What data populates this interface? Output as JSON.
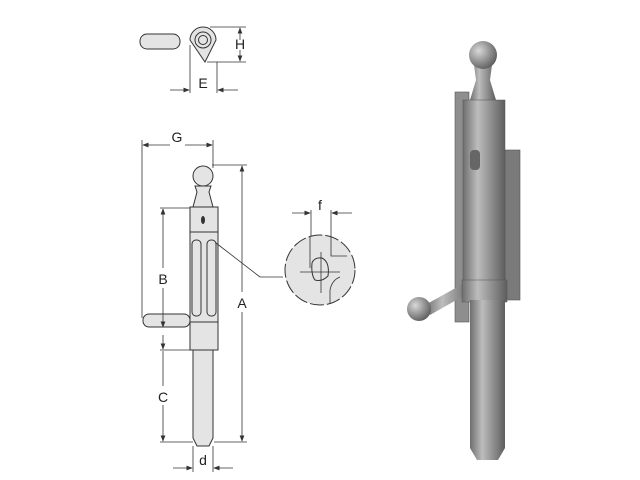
{
  "dimensions": {
    "top_view": {
      "height": "H",
      "width": "E"
    },
    "front_view": {
      "overall_width": "G",
      "overall_length": "A",
      "body_length": "B",
      "pin_length": "C",
      "pin_diameter": "d"
    },
    "detail_view": {
      "slot_width": "f"
    }
  },
  "colors": {
    "line": "#333333",
    "part_fill": "#e4e4e4",
    "render_gray": "#8a8a8a"
  }
}
